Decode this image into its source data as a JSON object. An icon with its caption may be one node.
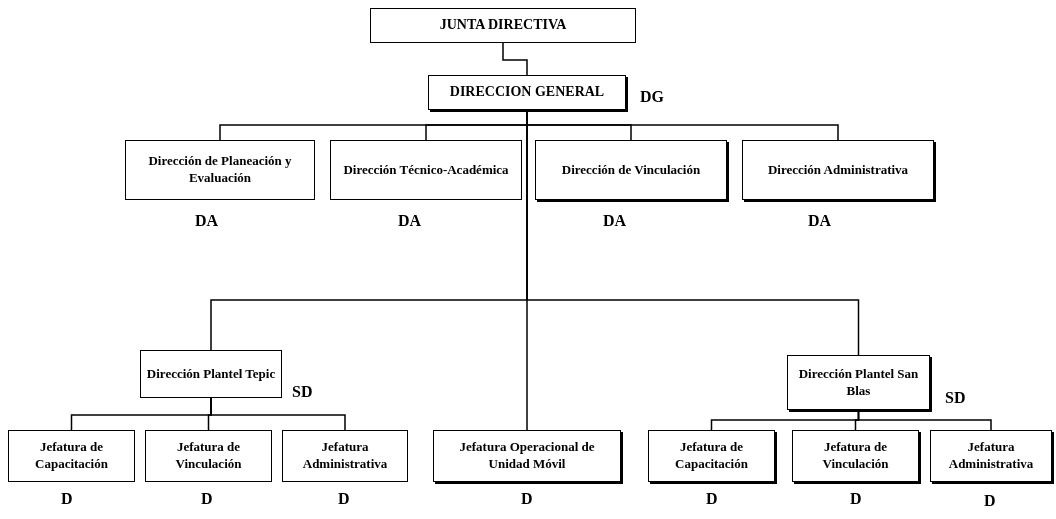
{
  "diagram": {
    "nodes": [
      {
        "text": [
          "JUNTA DIRECTIVA"
        ]
      },
      {
        "text": [
          "DIRECCION GENERAL"
        ],
        "beside": [
          "DG"
        ]
      },
      {
        "text": [
          "Dirección de Planeación y Evaluación"
        ],
        "beside": [
          "DA"
        ]
      },
      {
        "text": [
          "Dirección Técnico-Académica"
        ],
        "beside": [
          "DA"
        ]
      },
      {
        "text": [
          "Dirección de Vinculación"
        ],
        "beside": [
          "DA"
        ]
      },
      {
        "text": [
          "Dirección Administrativa"
        ],
        "beside": [
          "DA"
        ]
      },
      {
        "text": [
          "Dirección Plantel Tepic"
        ],
        "beside": [
          "SD"
        ]
      },
      {
        "text": [
          "Dirección Plantel San Blas"
        ],
        "beside": [
          "SD"
        ]
      },
      {
        "text": [
          "Jefatura de Capacitación"
        ],
        "beside": [
          "D"
        ]
      },
      {
        "text": [
          "Jefatura de Vinculación"
        ],
        "beside": [
          "D"
        ]
      },
      {
        "text": [
          "Jefatura Administrativa"
        ],
        "beside": [
          "D"
        ]
      },
      {
        "text": [
          "Jefatura Operacional de Unidad Móvil"
        ],
        "beside": [
          "D"
        ]
      },
      {
        "text": [
          "Jefatura de Capacitación"
        ],
        "beside": [
          "D"
        ]
      },
      {
        "text": [
          "Jefatura de Vinculación"
        ],
        "beside": [
          "D"
        ]
      },
      {
        "text": [
          "Jefatura Administrativa"
        ],
        "beside": [
          "D"
        ]
      }
    ],
    "edges": [
      {
        "from": 0,
        "to": 1,
        "arrow": "none"
      },
      {
        "from": 1,
        "to": 2,
        "arrow": "none"
      },
      {
        "from": 1,
        "to": 3,
        "arrow": "none"
      },
      {
        "from": 1,
        "to": 4,
        "arrow": "none"
      },
      {
        "from": 1,
        "to": 5,
        "arrow": "none"
      },
      {
        "from": 1,
        "to": 11,
        "arrow": "none"
      },
      {
        "from": 1,
        "to": 6,
        "arrow": "none"
      },
      {
        "from": 1,
        "to": 7,
        "arrow": "none"
      },
      {
        "from": 6,
        "to": 8,
        "arrow": "none"
      },
      {
        "from": 6,
        "to": 9,
        "arrow": "none"
      },
      {
        "from": 6,
        "to": 10,
        "arrow": "none"
      },
      {
        "from": 7,
        "to": 12,
        "arrow": "none"
      },
      {
        "from": 7,
        "to": 13,
        "arrow": "none"
      },
      {
        "from": 7,
        "to": 14,
        "arrow": "none"
      }
    ]
  }
}
